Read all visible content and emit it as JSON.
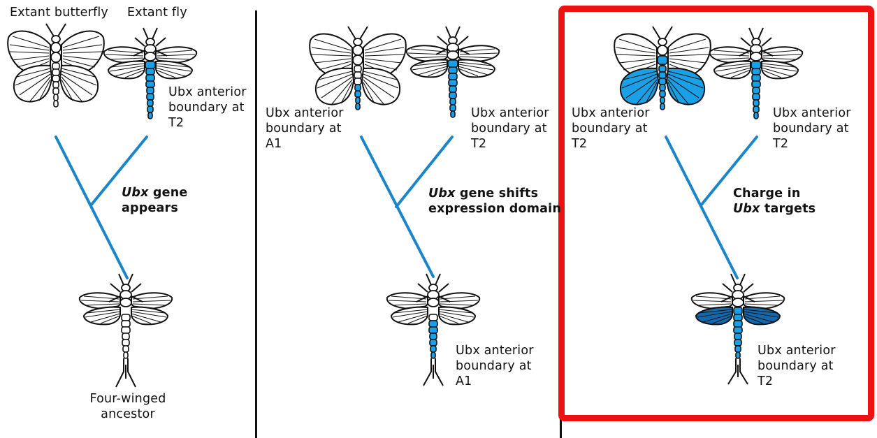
{
  "colors": {
    "branch": "#1a86c9",
    "ubx": "#1aa0e6",
    "ubx_dark": "#1369b0",
    "highlight": "#ee1111",
    "outline": "#111111"
  },
  "panel1": {
    "header_butterfly": "Extant butterfly",
    "header_fly": "Extant fly",
    "fly_label": "Ubx anterior\nboundary at\nT2",
    "node_gene": "Ubx",
    "node_rest": " gene\nappears",
    "ancestor_label": "Four-winged\nancestor"
  },
  "panel2": {
    "butterfly_label": "Ubx anterior\nboundary at\nA1",
    "fly_label": "Ubx anterior\nboundary at\nT2",
    "node_gene": "Ubx",
    "node_rest": " gene shifts\nexpression domain",
    "ancestor_label": "Ubx anterior\nboundary at\nA1"
  },
  "panel3": {
    "butterfly_label": "Ubx anterior\nboundary at\nT2",
    "fly_label": "Ubx anterior\nboundary at\nT2",
    "node_line1": "Charge in",
    "node_gene": "Ubx",
    "node_rest": " targets",
    "ancestor_label": "Ubx anterior\nboundary at\nT2"
  }
}
